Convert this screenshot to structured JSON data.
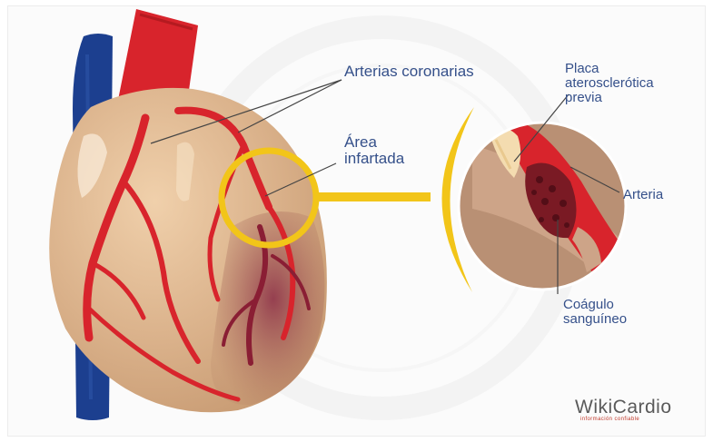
{
  "labels": {
    "coronary_arteries": "Arterias coronarias",
    "infarcted_area": "Área infartada",
    "previous_plaque": "Placa aterosclerótica previa",
    "artery": "Arteria",
    "blood_clot": "Coágulo sanguíneo"
  },
  "logo": {
    "name": "WikiCardio",
    "tagline": "información confiable"
  },
  "colors": {
    "label_text": "#35508a",
    "heart_skin": "#dcb58e",
    "artery_red": "#d8242c",
    "vein_blue": "#1c3f8f",
    "highlight_ring": "#f2c519",
    "necrosis": "#8e3a44",
    "clot": "#7a1a24"
  }
}
